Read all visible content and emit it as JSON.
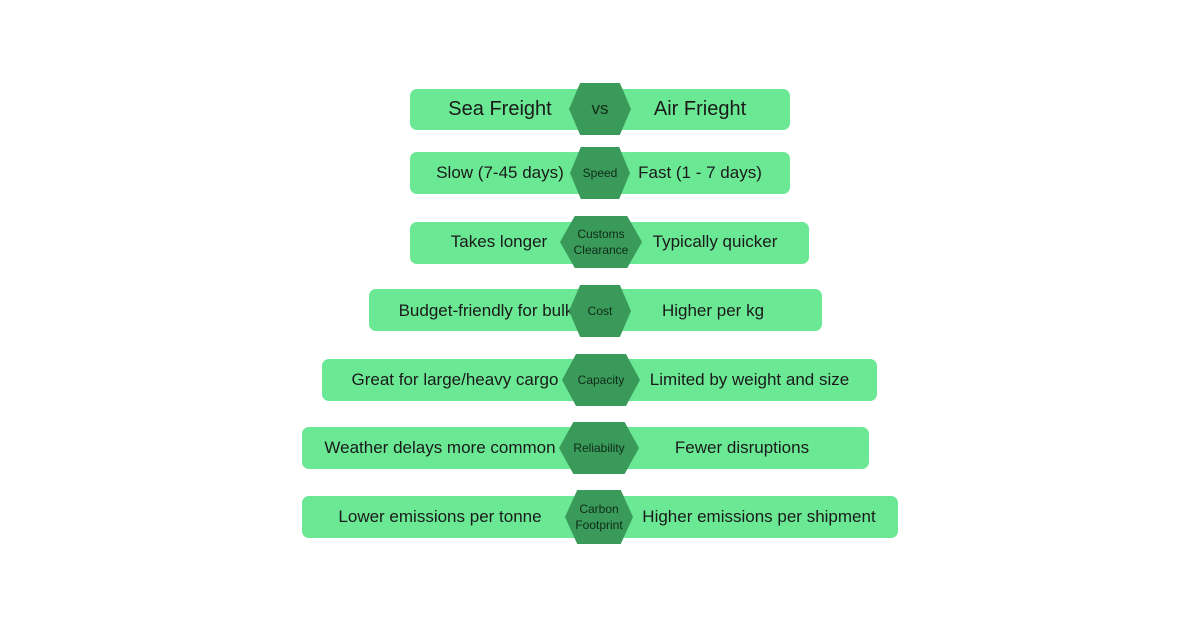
{
  "header": {
    "left": "Sea Freight",
    "center": "vs",
    "right": "Air Frieght"
  },
  "rows": [
    {
      "criterion": "Speed",
      "sea": "Slow (7-45 days)",
      "air": "Fast (1 - 7 days)"
    },
    {
      "criterion": "Customs\nClearance",
      "sea": "Takes longer",
      "air": "Typically quicker"
    },
    {
      "criterion": "Cost",
      "sea": "Budget-friendly for bulk",
      "air": "Higher per kg"
    },
    {
      "criterion": "Capacity",
      "sea": "Great for large/heavy cargo",
      "air": "Limited by weight and size"
    },
    {
      "criterion": "Reliability",
      "sea": "Weather delays more common",
      "air": "Fewer disruptions"
    },
    {
      "criterion": "Carbon\nFootprint",
      "sea": "Lower emissions per tonne",
      "air": "Higher emissions per shipment"
    }
  ],
  "colors": {
    "bar": "#6be894",
    "hexagon": "#3a9a5a",
    "text": "#1a1a1a"
  }
}
